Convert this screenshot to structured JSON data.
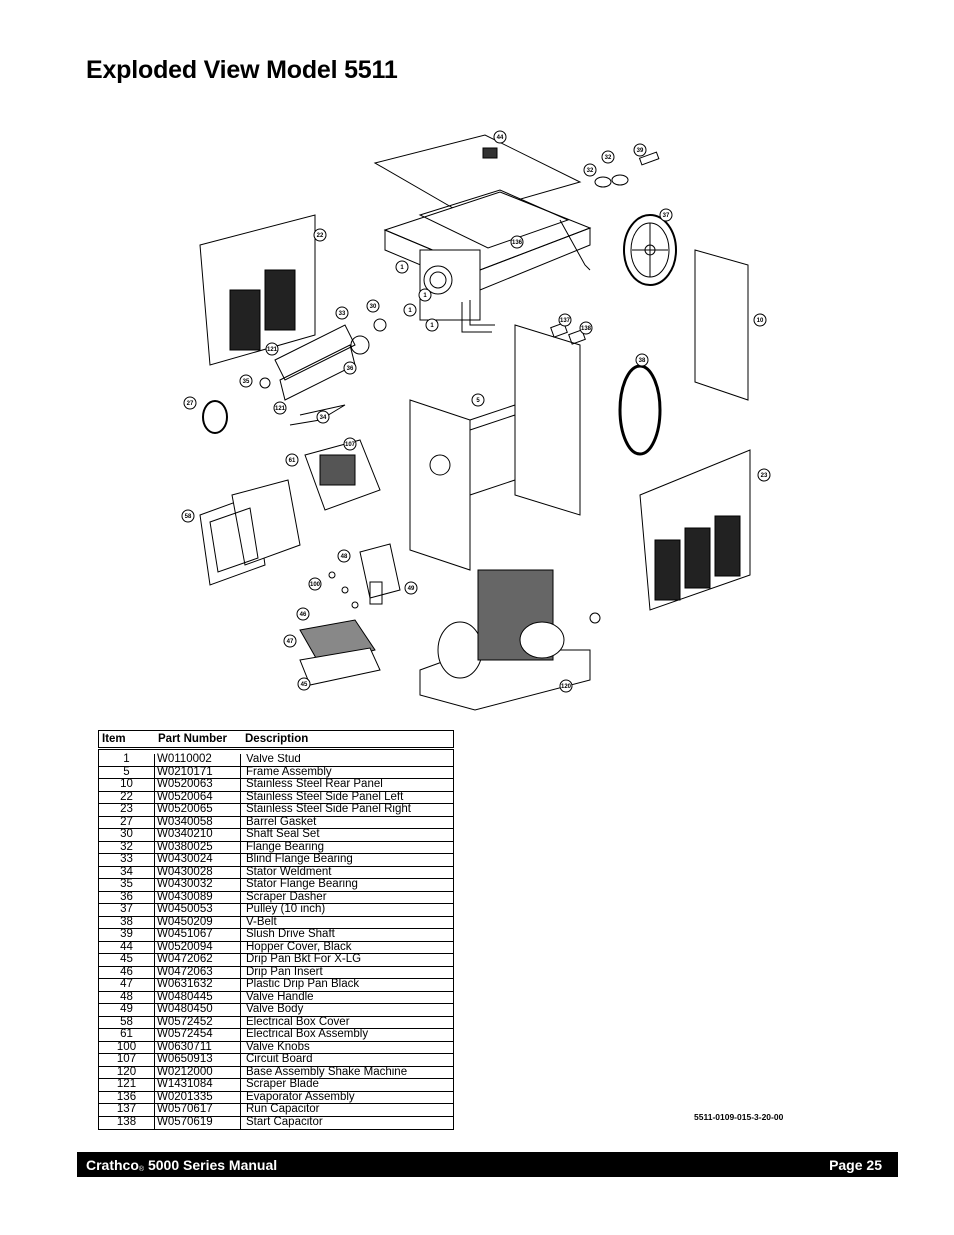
{
  "page": {
    "title": "Exploded View Model 5511",
    "document_number": "5511-0109-015-3-20-00"
  },
  "diagram": {
    "callouts": [
      "44",
      "32",
      "32",
      "39",
      "22",
      "37",
      "136",
      "1",
      "1",
      "1",
      "1",
      "10",
      "33",
      "30",
      "137",
      "138",
      "121",
      "36",
      "35",
      "121",
      "34",
      "38",
      "27",
      "5",
      "107",
      "61",
      "23",
      "58",
      "48",
      "100",
      "49",
      "46",
      "47",
      "45",
      "120"
    ]
  },
  "parts_table": {
    "headers": {
      "item": "Item",
      "part_number": "Part Number",
      "description": "Description"
    },
    "rows": [
      {
        "item": "1",
        "part_number": "W0110002",
        "description": "Valve Stud"
      },
      {
        "item": "5",
        "part_number": "W0210171",
        "description": "Frame Assembly"
      },
      {
        "item": "10",
        "part_number": "W0520063",
        "description": "Stainless Steel Rear Panel"
      },
      {
        "item": "22",
        "part_number": "W0520064",
        "description": "Stainless Steel Side Panel Left"
      },
      {
        "item": "23",
        "part_number": "W0520065",
        "description": "Stainless Steel Side Panel Right"
      },
      {
        "item": "27",
        "part_number": "W0340058",
        "description": "Barrel Gasket"
      },
      {
        "item": "30",
        "part_number": "W0340210",
        "description": "Shaft Seal Set"
      },
      {
        "item": "32",
        "part_number": "W0380025",
        "description": "Flange Bearing"
      },
      {
        "item": "33",
        "part_number": "W0430024",
        "description": "Blind Flange Bearing"
      },
      {
        "item": "34",
        "part_number": "W0430028",
        "description": "Stator Weldment"
      },
      {
        "item": "35",
        "part_number": "W0430032",
        "description": "Stator Flange Bearing"
      },
      {
        "item": "36",
        "part_number": "W0430089",
        "description": "Scraper Dasher"
      },
      {
        "item": "37",
        "part_number": "W0450053",
        "description": "Pulley (10 inch)"
      },
      {
        "item": "38",
        "part_number": "W0450209",
        "description": "V-Belt"
      },
      {
        "item": "39",
        "part_number": "W0451067",
        "description": "Slush Drive Shaft"
      },
      {
        "item": "44",
        "part_number": "W0520094",
        "description": "Hopper Cover, Black"
      },
      {
        "item": "45",
        "part_number": "W0472062",
        "description": "Drip Pan Bkt For X-LG"
      },
      {
        "item": "46",
        "part_number": "W0472063",
        "description": "Drip Pan Insert"
      },
      {
        "item": "47",
        "part_number": "W0631632",
        "description": "Plastic Drip Pan Black"
      },
      {
        "item": "48",
        "part_number": "W0480445",
        "description": "Valve Handle"
      },
      {
        "item": "49",
        "part_number": "W0480450",
        "description": "Valve Body"
      },
      {
        "item": "58",
        "part_number": "W0572452",
        "description": "Electrical Box Cover"
      },
      {
        "item": "61",
        "part_number": "W0572454",
        "description": "Electrical Box Assembly"
      },
      {
        "item": "100",
        "part_number": "W0630711",
        "description": "Valve Knobs"
      },
      {
        "item": "107",
        "part_number": "W0650913",
        "description": "Circuit Board"
      },
      {
        "item": "120",
        "part_number": "W0212000",
        "description": "Base Assembly Shake Machine"
      },
      {
        "item": "121",
        "part_number": "W1431084",
        "description": "Scraper Blade"
      },
      {
        "item": "136",
        "part_number": "W0201335",
        "description": "Evaporator Assembly"
      },
      {
        "item": "137",
        "part_number": "W0570617",
        "description": "Run Capacitor"
      },
      {
        "item": "138",
        "part_number": "W0570619",
        "description": "Start Capacitor"
      }
    ]
  },
  "footer": {
    "brand": "Crathco",
    "registered": "®",
    "manual": "5000 Series Manual",
    "page": "Page 25"
  }
}
